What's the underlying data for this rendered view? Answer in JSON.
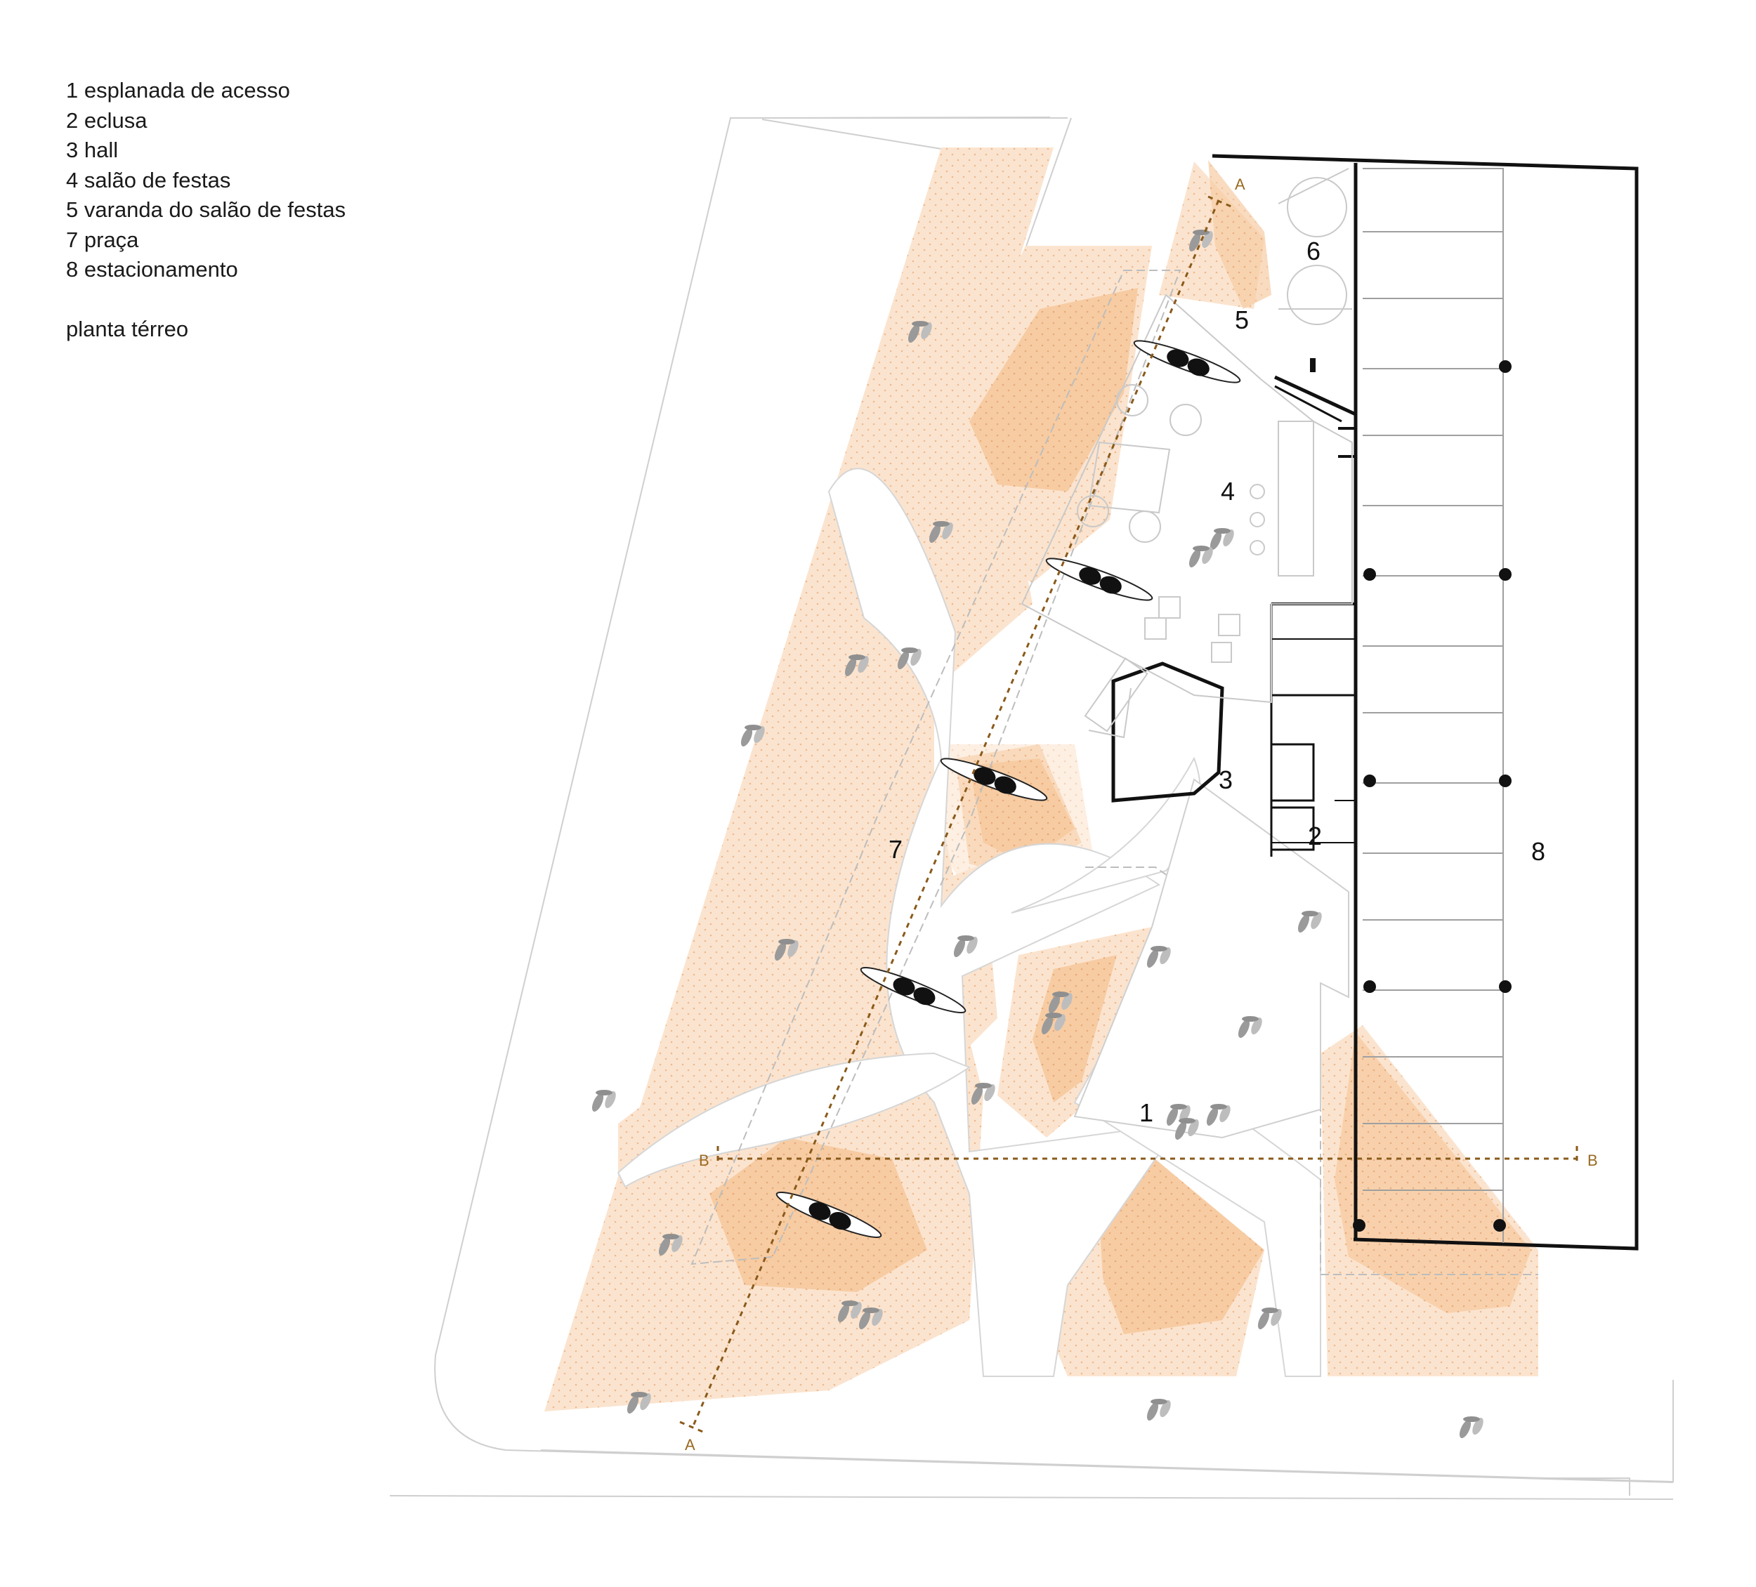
{
  "legend": {
    "items": [
      {
        "num": "1",
        "text": "esplanada de acesso"
      },
      {
        "num": "2",
        "text": "eclusa"
      },
      {
        "num": "3",
        "text": "hall"
      },
      {
        "num": "4",
        "text": "salão de festas"
      },
      {
        "num": "5",
        "text": "varanda do salão de festas"
      },
      {
        "num": "7",
        "text": "praça"
      },
      {
        "num": "8",
        "text": "estacionamento"
      }
    ],
    "caption": "planta térreo"
  },
  "plan_labels": {
    "room_1": "1",
    "room_2": "2",
    "room_3": "3",
    "room_4": "4",
    "room_5": "5",
    "room_6": "6",
    "room_7": "7",
    "room_8": "8"
  },
  "section_cuts": {
    "a_top": "A",
    "a_bottom": "A",
    "b_left": "B",
    "b_right": "B"
  },
  "colors": {
    "landscape_light": "#fbe3cc",
    "landscape_dark": "#f6c99e",
    "walls": "#111111",
    "cut_line": "#8a5a1a"
  },
  "icons": {
    "bench": "bench-icon",
    "tree": "tree-icon",
    "column": "column-icon"
  }
}
